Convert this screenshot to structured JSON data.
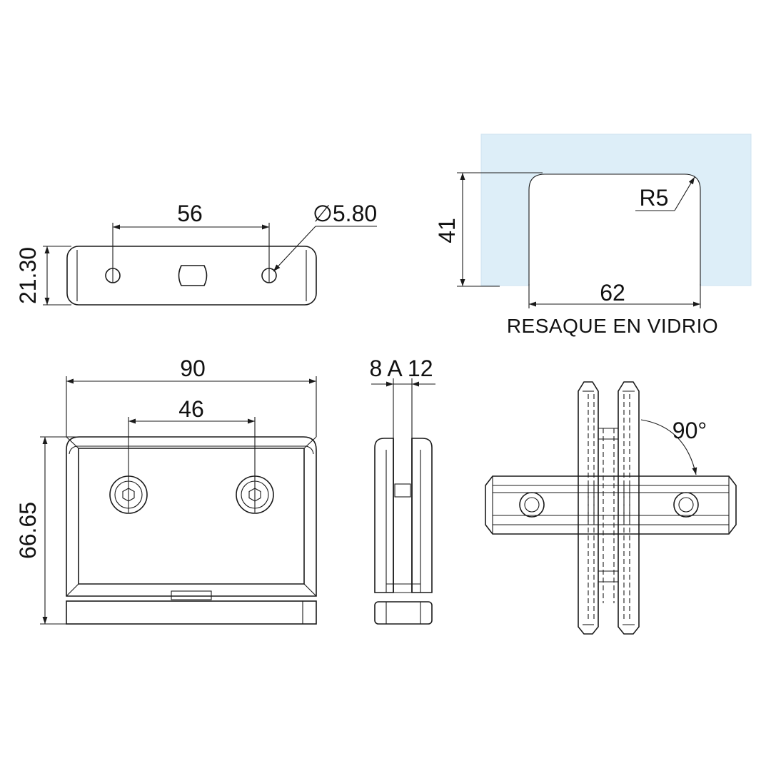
{
  "top_plate": {
    "hole_spacing": "56",
    "hole_diameter": "∅5.80",
    "height": "21.30"
  },
  "glass_notch": {
    "depth": "41",
    "radius": "R5",
    "width": "62",
    "caption": "RESAQUE EN VIDRIO",
    "glass_color": "#ddeef8"
  },
  "front_view": {
    "width": "90",
    "screw_spacing": "46",
    "height": "66.65"
  },
  "side_view": {
    "glass_thickness": "8 A 12"
  },
  "top_view": {
    "angle": "90°"
  }
}
